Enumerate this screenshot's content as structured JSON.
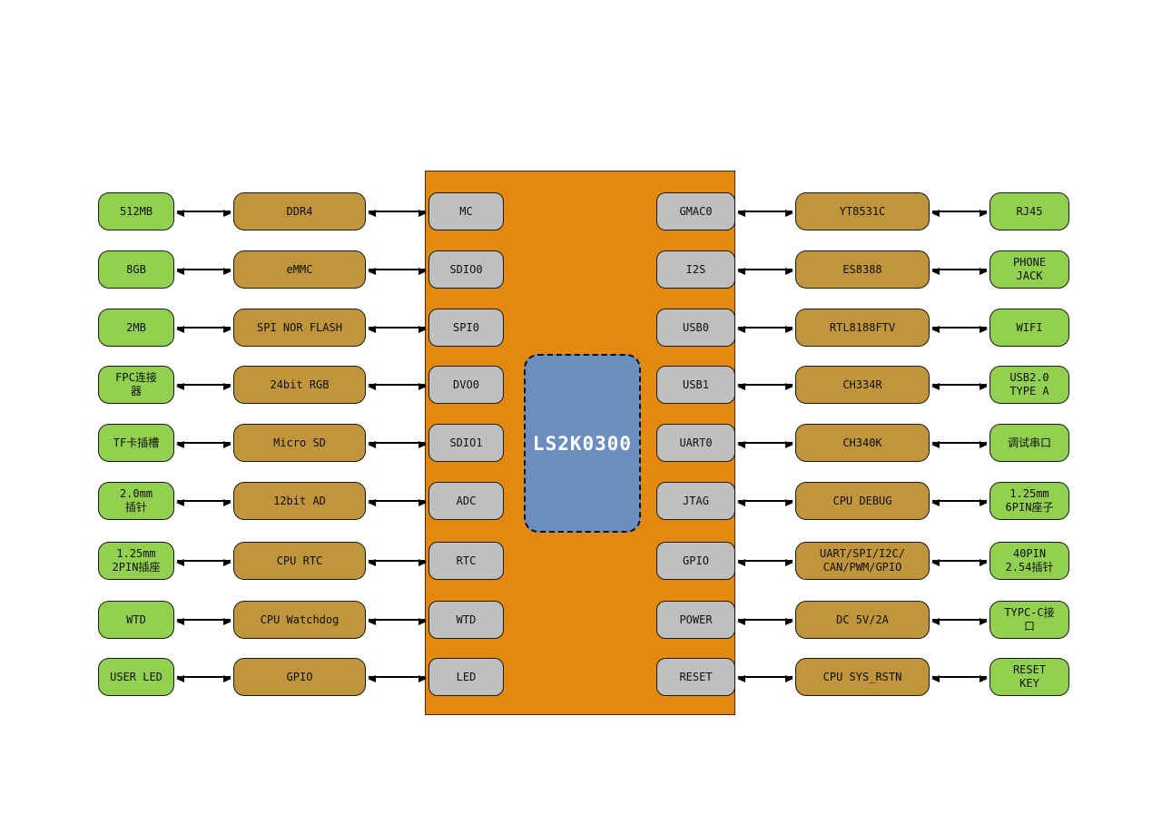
{
  "colors": {
    "background": "#ffffff",
    "orange": "#E4880E",
    "green": "#92D050",
    "tan": "#C0953C",
    "gray": "#BFBFBF",
    "blue": "#6C8EBF",
    "arrow": "#000000"
  },
  "soc": {
    "label": "LS2K0300"
  },
  "rows": [
    {
      "left_outer": "512MB",
      "left_mid": "DDR4",
      "left_port": "MC",
      "right_port": "GMAC0",
      "right_mid": "YT8531C",
      "right_outer": "RJ45"
    },
    {
      "left_outer": "8GB",
      "left_mid": "eMMC",
      "left_port": "SDIO0",
      "right_port": "I2S",
      "right_mid": "ES8388",
      "right_outer": "PHONE\nJACK"
    },
    {
      "left_outer": "2MB",
      "left_mid": "SPI NOR FLASH",
      "left_port": "SPI0",
      "right_port": "USB0",
      "right_mid": "RTL8188FTV",
      "right_outer": "WIFI"
    },
    {
      "left_outer": "FPC连接\n器",
      "left_mid": "24bit RGB",
      "left_port": "DVO0",
      "right_port": "USB1",
      "right_mid": "CH334R",
      "right_outer": "USB2.0\nTYPE A"
    },
    {
      "left_outer": "TF卡插槽",
      "left_mid": "Micro SD",
      "left_port": "SDIO1",
      "right_port": "UART0",
      "right_mid": "CH340K",
      "right_outer": "调试串口"
    },
    {
      "left_outer": "2.0mm\n插针",
      "left_mid": "12bit AD",
      "left_port": "ADC",
      "right_port": "JTAG",
      "right_mid": "CPU DEBUG",
      "right_outer": "1.25mm\n6PIN座子"
    },
    {
      "left_outer": "1.25mm\n2PIN插座",
      "left_mid": "CPU RTC",
      "left_port": "RTC",
      "right_port": "GPIO",
      "right_mid": "UART/SPI/I2C/\nCAN/PWM/GPIO",
      "right_outer": "40PIN\n2.54插针"
    },
    {
      "left_outer": "WTD",
      "left_mid": "CPU Watchdog",
      "left_port": "WTD",
      "right_port": "POWER",
      "right_mid": "DC 5V/2A",
      "right_outer": "TYPC-C接\n口"
    },
    {
      "left_outer": "USER LED",
      "left_mid": "GPIO",
      "left_port": "LED",
      "right_port": "RESET",
      "right_mid": "CPU SYS_RSTN",
      "right_outer": "RESET\nKEY"
    }
  ]
}
